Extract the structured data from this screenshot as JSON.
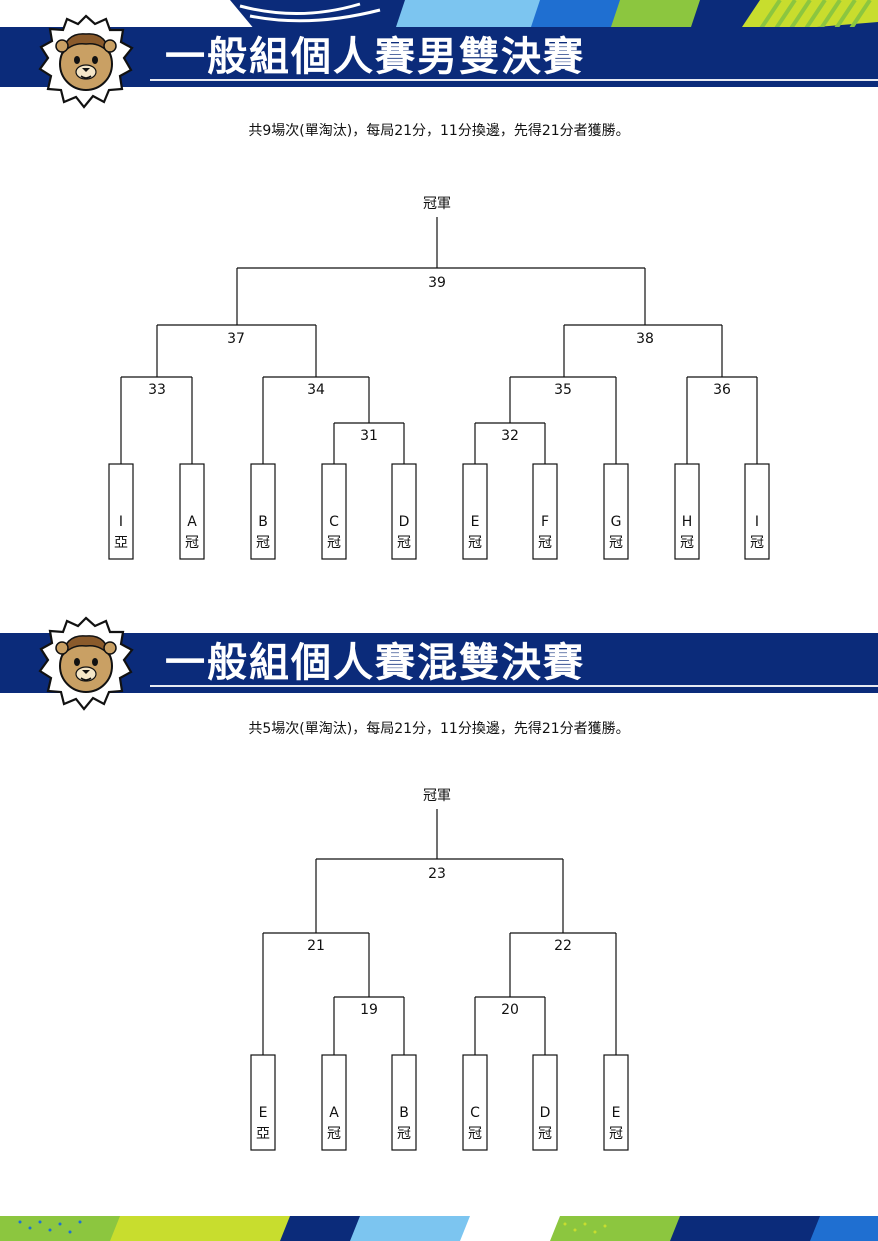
{
  "brand_colors": {
    "navy": "#0b2b7a",
    "blue": "#1f6fd1",
    "light_blue": "#7cc5f0",
    "green": "#8cc63f",
    "lime": "#c8dd2e"
  },
  "sections": [
    {
      "title": "一般組個人賽男雙決賽",
      "subtitle": "共9場次(單淘汰)，每局21分，11分換邊，先得21分者獲勝。",
      "champion_label": "冠軍",
      "matches": {
        "final": "39",
        "semi_left": "37",
        "semi_right": "38",
        "q1": "33",
        "q2": "34",
        "q3": "35",
        "q4": "36",
        "pre_left": "31",
        "pre_right": "32"
      },
      "teams": [
        {
          "letter": "I",
          "rank": "亞"
        },
        {
          "letter": "A",
          "rank": "冠"
        },
        {
          "letter": "B",
          "rank": "冠"
        },
        {
          "letter": "C",
          "rank": "冠"
        },
        {
          "letter": "D",
          "rank": "冠"
        },
        {
          "letter": "E",
          "rank": "冠"
        },
        {
          "letter": "F",
          "rank": "冠"
        },
        {
          "letter": "G",
          "rank": "冠"
        },
        {
          "letter": "H",
          "rank": "冠"
        },
        {
          "letter": "I",
          "rank": "冠"
        }
      ]
    },
    {
      "title": "一般組個人賽混雙決賽",
      "subtitle": "共5場次(單淘汰)，每局21分，11分換邊，先得21分者獲勝。",
      "champion_label": "冠軍",
      "matches": {
        "final": "23",
        "semi_left": "21",
        "semi_right": "22",
        "pre_left": "19",
        "pre_right": "20"
      },
      "teams": [
        {
          "letter": "E",
          "rank": "亞"
        },
        {
          "letter": "A",
          "rank": "冠"
        },
        {
          "letter": "B",
          "rank": "冠"
        },
        {
          "letter": "C",
          "rank": "冠"
        },
        {
          "letter": "D",
          "rank": "冠"
        },
        {
          "letter": "E",
          "rank": "冠"
        }
      ]
    }
  ]
}
